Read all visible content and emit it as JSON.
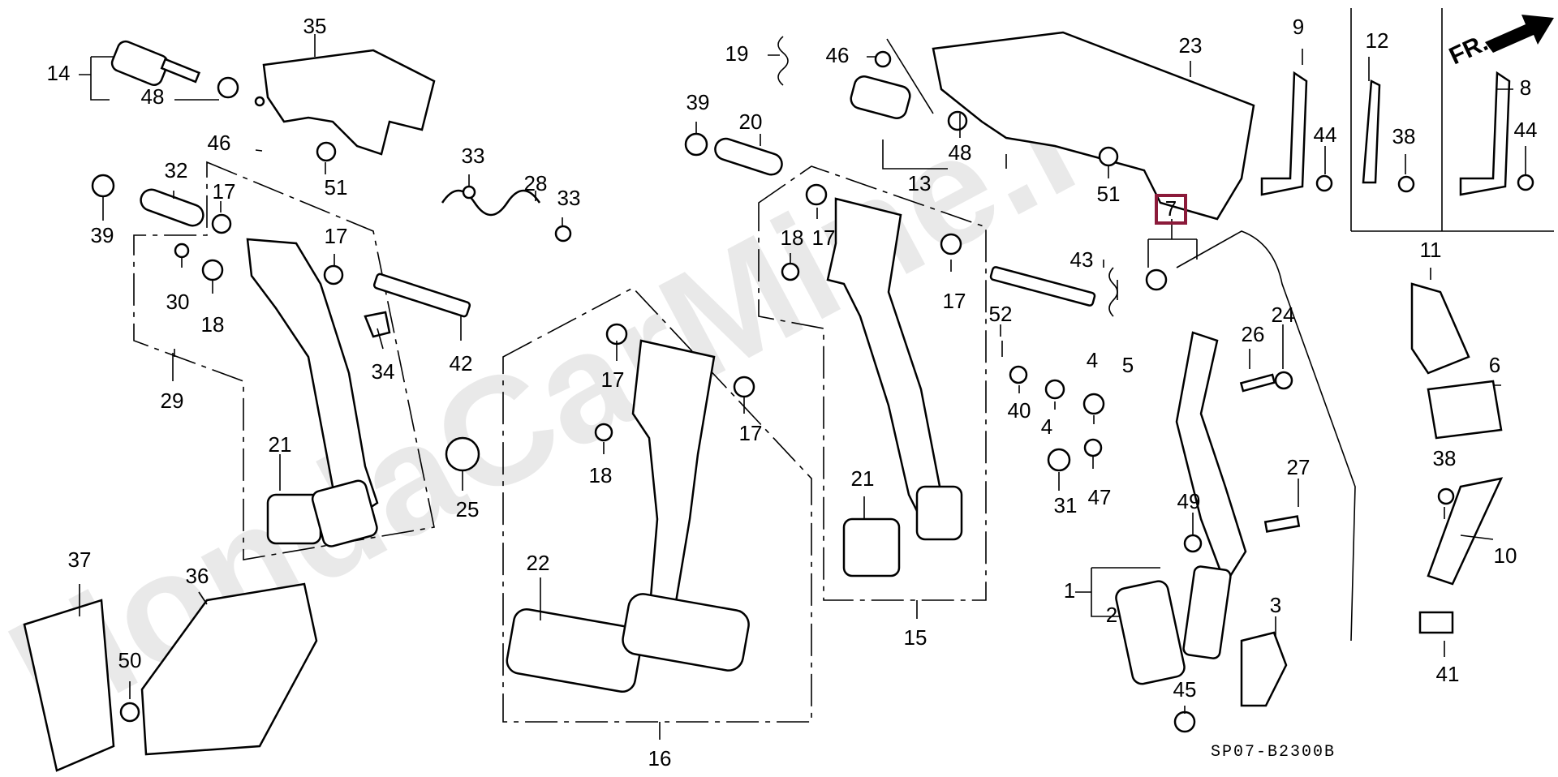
{
  "diagram": {
    "title_code": "SP07-B2300B",
    "watermark": "HondaCarMine.ru",
    "direction_label": "FR.",
    "highlight_color": "#8b1a3a",
    "highlighted_part": "7",
    "callouts": [
      {
        "id": "c14",
        "label": "14"
      },
      {
        "id": "c48a",
        "label": "48"
      },
      {
        "id": "c35",
        "label": "35"
      },
      {
        "id": "c46a",
        "label": "46"
      },
      {
        "id": "c51a",
        "label": "51"
      },
      {
        "id": "c32",
        "label": "32"
      },
      {
        "id": "c39a",
        "label": "39"
      },
      {
        "id": "c17a",
        "label": "17"
      },
      {
        "id": "c17b",
        "label": "17"
      },
      {
        "id": "c30",
        "label": "30"
      },
      {
        "id": "c18a",
        "label": "18"
      },
      {
        "id": "c29",
        "label": "29"
      },
      {
        "id": "c34",
        "label": "34"
      },
      {
        "id": "c42",
        "label": "42"
      },
      {
        "id": "c21a",
        "label": "21"
      },
      {
        "id": "c25",
        "label": "25"
      },
      {
        "id": "c33a",
        "label": "33"
      },
      {
        "id": "c28",
        "label": "28"
      },
      {
        "id": "c33b",
        "label": "33"
      },
      {
        "id": "c19",
        "label": "19"
      },
      {
        "id": "c46b",
        "label": "46"
      },
      {
        "id": "c39b",
        "label": "39"
      },
      {
        "id": "c20",
        "label": "20"
      },
      {
        "id": "c48b",
        "label": "48"
      },
      {
        "id": "c13",
        "label": "13"
      },
      {
        "id": "c23",
        "label": "23"
      },
      {
        "id": "c51b",
        "label": "51"
      },
      {
        "id": "c9",
        "label": "9"
      },
      {
        "id": "c44a",
        "label": "44"
      },
      {
        "id": "c12",
        "label": "12"
      },
      {
        "id": "c38a",
        "label": "38"
      },
      {
        "id": "c8",
        "label": "8"
      },
      {
        "id": "c44b",
        "label": "44"
      },
      {
        "id": "c18b",
        "label": "18"
      },
      {
        "id": "c17c",
        "label": "17"
      },
      {
        "id": "c17d",
        "label": "17"
      },
      {
        "id": "c43",
        "label": "43"
      },
      {
        "id": "c5",
        "label": "5"
      },
      {
        "id": "c52",
        "label": "52"
      },
      {
        "id": "c40",
        "label": "40"
      },
      {
        "id": "c4a",
        "label": "4"
      },
      {
        "id": "c4b",
        "label": "4"
      },
      {
        "id": "c31",
        "label": "31"
      },
      {
        "id": "c47",
        "label": "47"
      },
      {
        "id": "c26",
        "label": "26"
      },
      {
        "id": "c24",
        "label": "24"
      },
      {
        "id": "c11",
        "label": "11"
      },
      {
        "id": "c6",
        "label": "6"
      },
      {
        "id": "c38b",
        "label": "38"
      },
      {
        "id": "c10",
        "label": "10"
      },
      {
        "id": "c41",
        "label": "41"
      },
      {
        "id": "c27",
        "label": "27"
      },
      {
        "id": "c49",
        "label": "49"
      },
      {
        "id": "c1",
        "label": "1"
      },
      {
        "id": "c2",
        "label": "2"
      },
      {
        "id": "c3",
        "label": "3"
      },
      {
        "id": "c45",
        "label": "45"
      },
      {
        "id": "c17e",
        "label": "17"
      },
      {
        "id": "c17f",
        "label": "17"
      },
      {
        "id": "c18c",
        "label": "18"
      },
      {
        "id": "c22",
        "label": "22"
      },
      {
        "id": "c16",
        "label": "16"
      },
      {
        "id": "c21b",
        "label": "21"
      },
      {
        "id": "c15",
        "label": "15"
      },
      {
        "id": "c37",
        "label": "37"
      },
      {
        "id": "c36",
        "label": "36"
      },
      {
        "id": "c50",
        "label": "50"
      }
    ]
  }
}
